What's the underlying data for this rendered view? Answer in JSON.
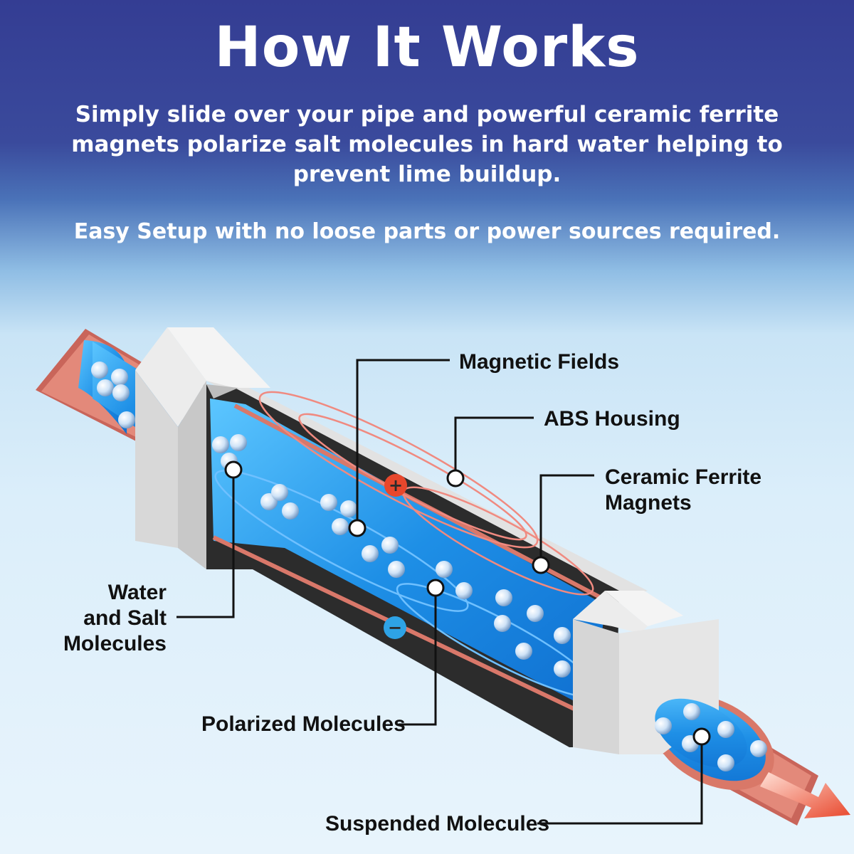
{
  "header": {
    "title": "How It Works",
    "subtitle_lines": [
      "Simply slide over your pipe and powerful ceramic ferrite",
      "magnets polarize salt molecules in hard water helping to",
      "prevent lime buildup."
    ],
    "setup_note": "Easy Setup with no loose parts or power sources required."
  },
  "labels": {
    "magnetic_fields": "Magnetic Fields",
    "abs_housing": "ABS Housing",
    "ceramic_line1": "Ceramic Ferrite",
    "ceramic_line2": "Magnets",
    "water_line1": "Water",
    "water_line2": "and Salt",
    "water_line3": "Molecules",
    "polarized": "Polarized Molecules",
    "suspended": "Suspended Molecules"
  },
  "symbols": {
    "plus": "+",
    "minus": "−"
  },
  "colors": {
    "header_blue": "#343d93",
    "water_blue": "#1e8fe6",
    "pipe_copper": "#d9786a",
    "housing_gray": "#dcdcdc",
    "magnet_dark": "#2c2c2c",
    "flow_arrow": "#e8472c"
  }
}
